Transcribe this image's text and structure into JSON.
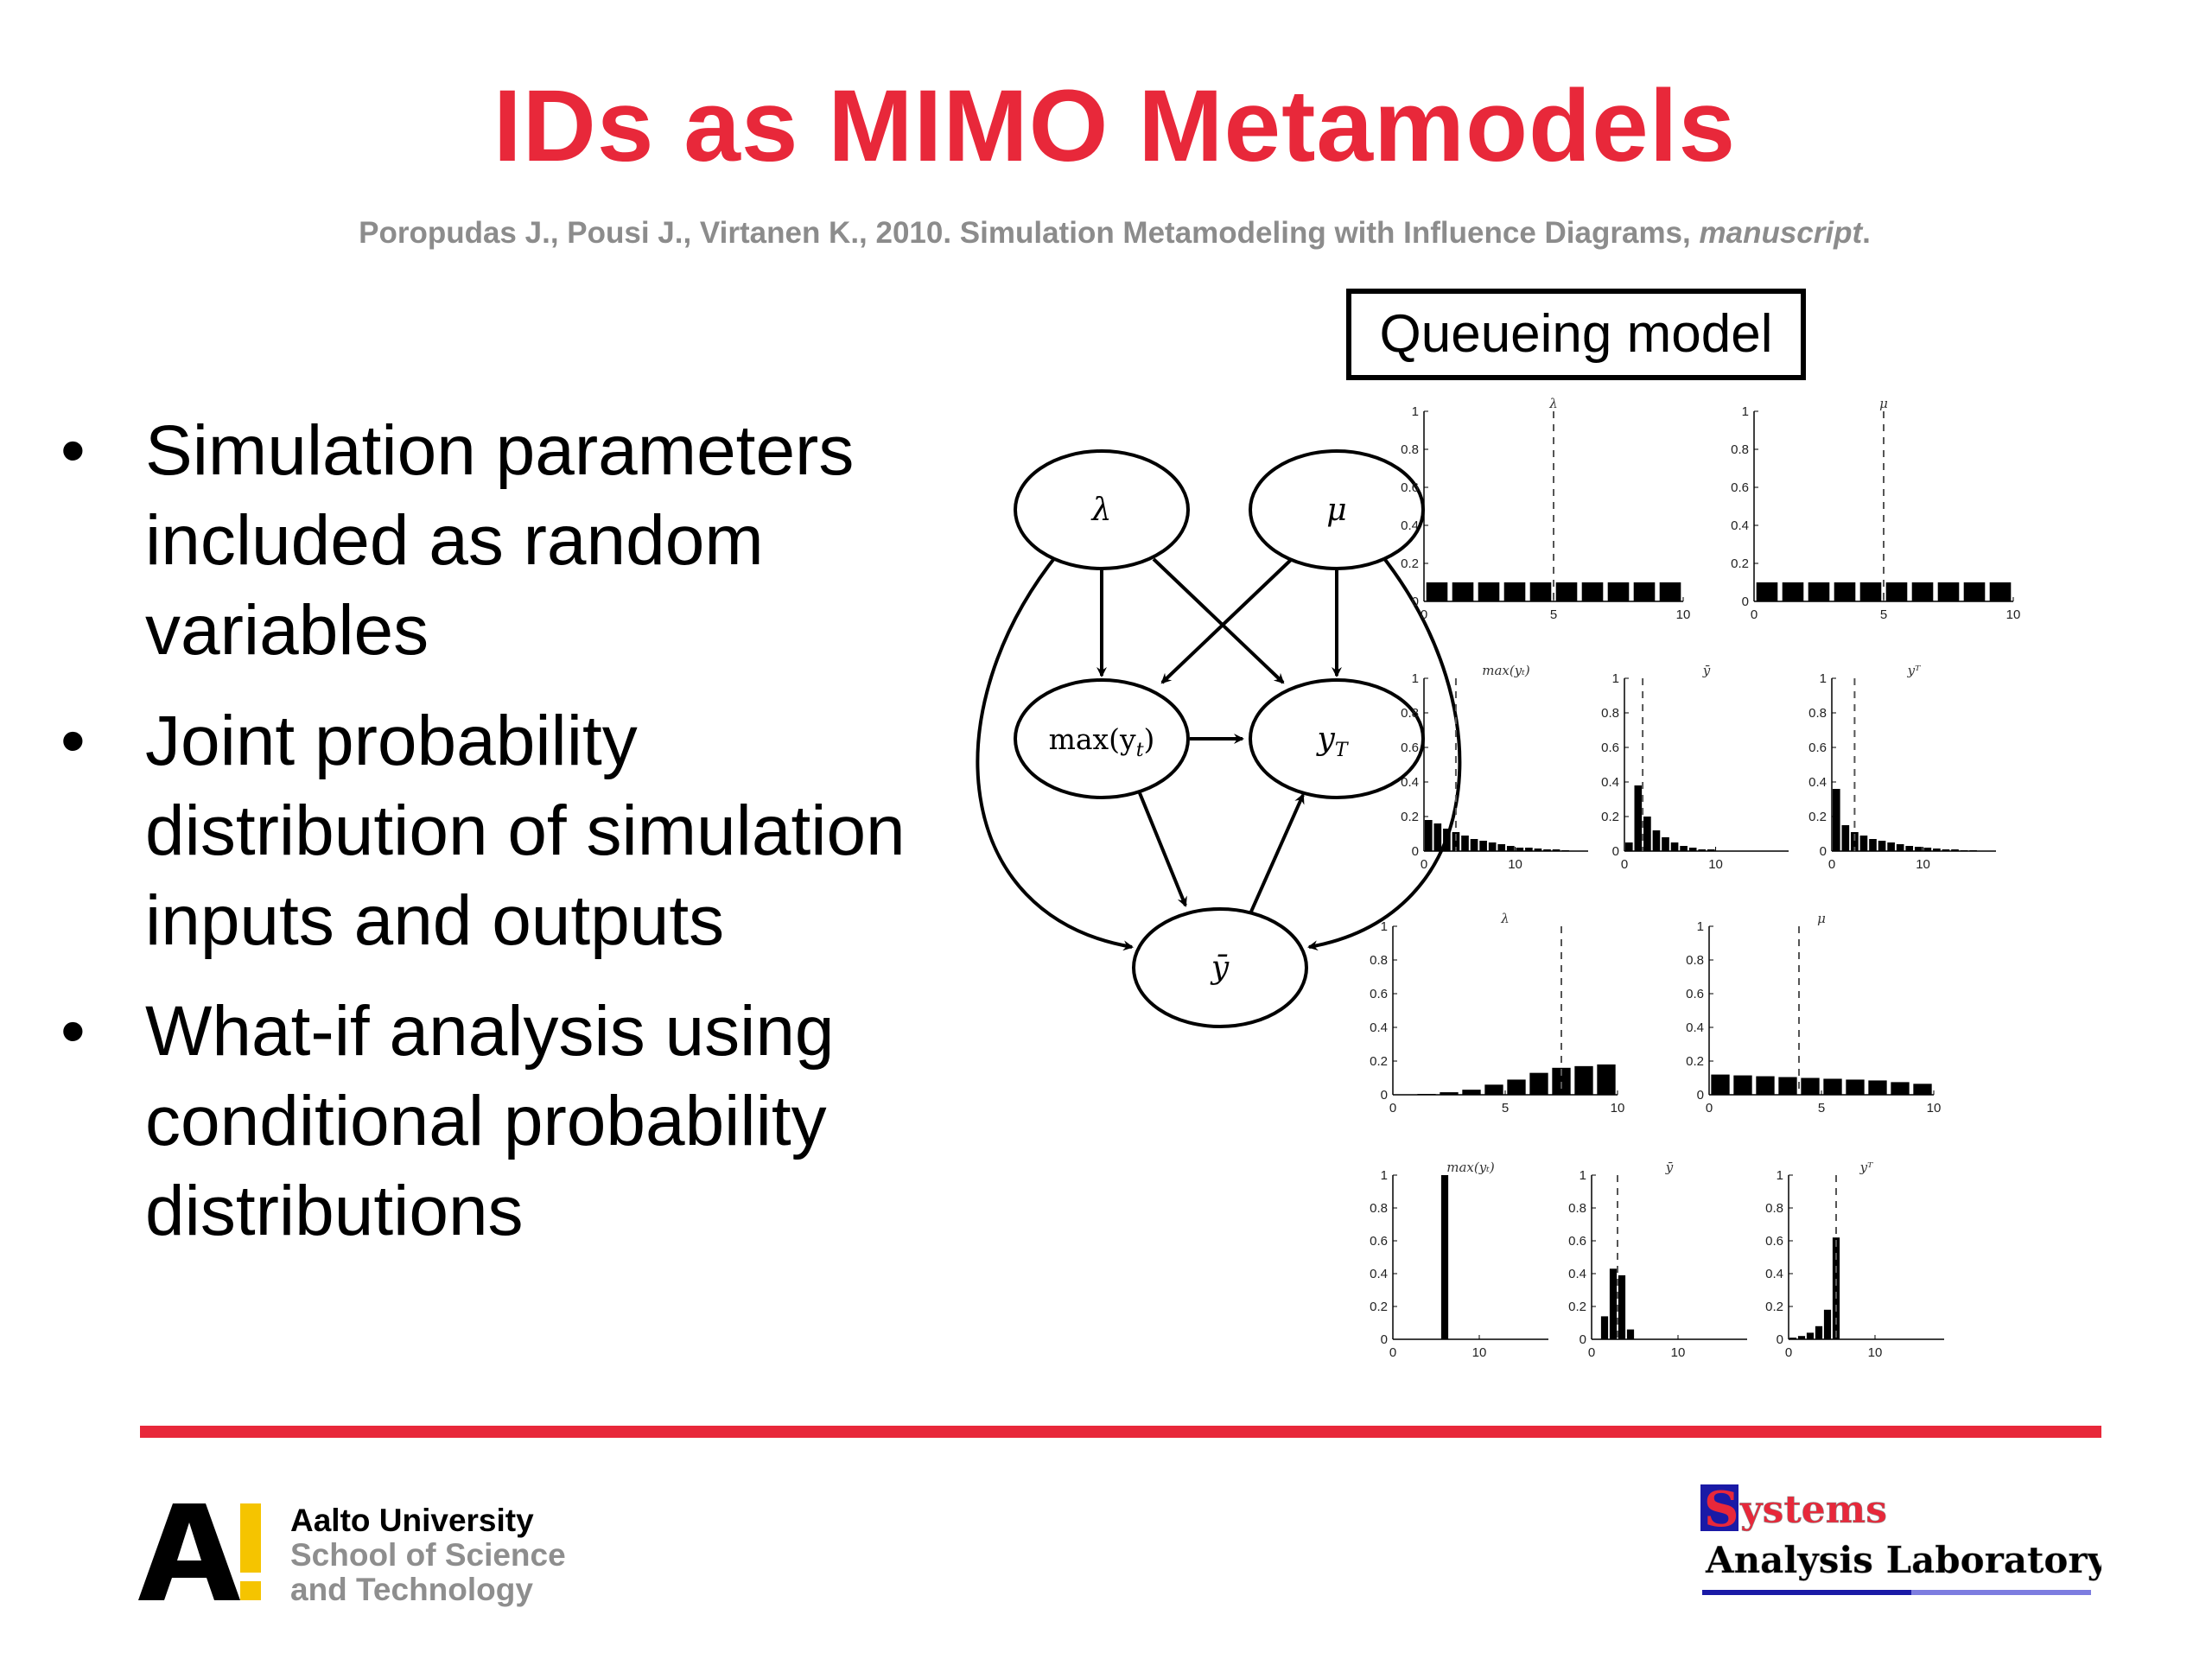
{
  "slide": {
    "title": "IDs as MIMO Metamodels",
    "citation": {
      "main": "Poropudas J., Pousi J., Virtanen K., 2010. Simulation Metamodeling with Influence Diagrams,",
      "italic": "manuscript",
      "end": "."
    },
    "bullets": [
      {
        "marker": "•",
        "text": "Simulation parameters included as random variables"
      },
      {
        "marker": "•",
        "text": "Joint probability distribution of simulation inputs and outputs"
      },
      {
        "marker": "•",
        "text": "What-if analysis using conditional probability distributions"
      }
    ],
    "queue_label": "Queueing model",
    "colors": {
      "accent": "#e8283a",
      "muted": "#8c8c8c",
      "logo_yellow": "#f5c400",
      "sal_blue": "#1a1aa6"
    }
  },
  "diagram": {
    "nodes": {
      "lambda": "λ",
      "mu": "μ",
      "maxy": "max(y",
      "maxy_sub": "t",
      "maxy_close": ")",
      "yt": "y",
      "yt_sub": "T",
      "ybar": "ȳ"
    }
  },
  "chart_data": [
    {
      "type": "bar",
      "title": "λ",
      "x_ticks": [
        "0",
        "5",
        "10"
      ],
      "y_ticks": [
        "0",
        "0.2",
        "0.4",
        "0.6",
        "0.8",
        "1"
      ],
      "ylim": [
        0,
        1
      ],
      "xlim": [
        0,
        10
      ],
      "marker": 5,
      "x": [
        0.5,
        1.5,
        2.5,
        3.5,
        4.5,
        5.5,
        6.5,
        7.5,
        8.5,
        9.5
      ],
      "values": [
        0.1,
        0.1,
        0.1,
        0.1,
        0.1,
        0.1,
        0.1,
        0.1,
        0.1,
        0.1
      ]
    },
    {
      "type": "bar",
      "title": "μ",
      "x_ticks": [
        "0",
        "5",
        "10"
      ],
      "y_ticks": [
        "0",
        "0.2",
        "0.4",
        "0.6",
        "0.8",
        "1"
      ],
      "ylim": [
        0,
        1
      ],
      "xlim": [
        0,
        10
      ],
      "marker": 5,
      "x": [
        0.5,
        1.5,
        2.5,
        3.5,
        4.5,
        5.5,
        6.5,
        7.5,
        8.5,
        9.5
      ],
      "values": [
        0.1,
        0.1,
        0.1,
        0.1,
        0.1,
        0.1,
        0.1,
        0.1,
        0.1,
        0.1
      ]
    },
    {
      "type": "bar",
      "title": "max(y_t)",
      "x_ticks": [
        "0",
        "10"
      ],
      "y_ticks": [
        "0",
        "0.2",
        "0.4",
        "0.6",
        "0.8",
        "1"
      ],
      "ylim": [
        0,
        1
      ],
      "xlim": [
        0,
        18
      ],
      "marker": 3.5,
      "x": [
        0.5,
        1.5,
        2.5,
        3.5,
        4.5,
        5.5,
        6.5,
        7.5,
        8.5,
        9.5,
        10.5,
        11.5,
        12.5,
        13.5,
        14.5,
        15.5
      ],
      "values": [
        0.18,
        0.16,
        0.13,
        0.11,
        0.09,
        0.07,
        0.06,
        0.05,
        0.04,
        0.03,
        0.02,
        0.02,
        0.015,
        0.01,
        0.01,
        0.005
      ]
    },
    {
      "type": "bar",
      "title": "ȳ",
      "x_ticks": [
        "0",
        "10"
      ],
      "y_ticks": [
        "0",
        "0.2",
        "0.4",
        "0.6",
        "0.8",
        "1"
      ],
      "ylim": [
        0,
        1
      ],
      "xlim": [
        0,
        18
      ],
      "marker": 2,
      "x": [
        0.5,
        1.5,
        2.5,
        3.5,
        4.5,
        5.5,
        6.5,
        7.5,
        8.5,
        9.5
      ],
      "values": [
        0.05,
        0.38,
        0.2,
        0.12,
        0.08,
        0.05,
        0.03,
        0.02,
        0.01,
        0.01
      ]
    },
    {
      "type": "bar",
      "title": "y_T",
      "x_ticks": [
        "0",
        "10"
      ],
      "y_ticks": [
        "0",
        "0.2",
        "0.4",
        "0.6",
        "0.8",
        "1"
      ],
      "ylim": [
        0,
        1
      ],
      "xlim": [
        0,
        18
      ],
      "marker": 2.5,
      "x": [
        0.5,
        1.5,
        2.5,
        3.5,
        4.5,
        5.5,
        6.5,
        7.5,
        8.5,
        9.5,
        10.5,
        11.5,
        12.5,
        13.5,
        14.5,
        15.5
      ],
      "values": [
        0.36,
        0.15,
        0.11,
        0.09,
        0.07,
        0.06,
        0.05,
        0.04,
        0.03,
        0.025,
        0.02,
        0.015,
        0.01,
        0.01,
        0.005,
        0.005
      ]
    },
    {
      "type": "bar",
      "title": "λ",
      "x_ticks": [
        "0",
        "5",
        "10"
      ],
      "y_ticks": [
        "0",
        "0.2",
        "0.4",
        "0.6",
        "0.8",
        "1"
      ],
      "ylim": [
        0,
        1
      ],
      "xlim": [
        0,
        10
      ],
      "marker": 7.5,
      "x": [
        0.5,
        1.5,
        2.5,
        3.5,
        4.5,
        5.5,
        6.5,
        7.5,
        8.5,
        9.5
      ],
      "values": [
        0.0,
        0.005,
        0.015,
        0.03,
        0.06,
        0.09,
        0.13,
        0.16,
        0.17,
        0.18
      ]
    },
    {
      "type": "bar",
      "title": "μ",
      "x_ticks": [
        "0",
        "5",
        "10"
      ],
      "y_ticks": [
        "0",
        "0.2",
        "0.4",
        "0.6",
        "0.8",
        "1"
      ],
      "ylim": [
        0,
        1
      ],
      "xlim": [
        0,
        10
      ],
      "marker": 4,
      "x": [
        0.5,
        1.5,
        2.5,
        3.5,
        4.5,
        5.5,
        6.5,
        7.5,
        8.5,
        9.5
      ],
      "values": [
        0.12,
        0.115,
        0.11,
        0.105,
        0.1,
        0.095,
        0.09,
        0.085,
        0.075,
        0.065
      ]
    },
    {
      "type": "bar",
      "title": "max(y_t)",
      "x_ticks": [
        "0",
        "10"
      ],
      "y_ticks": [
        "0",
        "0.2",
        "0.4",
        "0.6",
        "0.8",
        "1"
      ],
      "ylim": [
        0,
        1
      ],
      "xlim": [
        0,
        18
      ],
      "marker": null,
      "x": [
        6
      ],
      "values": [
        1.0
      ]
    },
    {
      "type": "bar",
      "title": "ȳ",
      "x_ticks": [
        "0",
        "10"
      ],
      "y_ticks": [
        "0",
        "0.2",
        "0.4",
        "0.6",
        "0.8",
        "1"
      ],
      "ylim": [
        0,
        1
      ],
      "xlim": [
        0,
        18
      ],
      "marker": 3,
      "x": [
        1.5,
        2.5,
        3.5,
        4.5
      ],
      "values": [
        0.14,
        0.43,
        0.39,
        0.06
      ]
    },
    {
      "type": "bar",
      "title": "y_T",
      "x_ticks": [
        "0",
        "10"
      ],
      "y_ticks": [
        "0",
        "0.2",
        "0.4",
        "0.6",
        "0.8",
        "1"
      ],
      "ylim": [
        0,
        1
      ],
      "xlim": [
        0,
        18
      ],
      "marker": 5.5,
      "x": [
        0.5,
        1.5,
        2.5,
        3.5,
        4.5,
        5.5
      ],
      "values": [
        0.01,
        0.02,
        0.04,
        0.08,
        0.18,
        0.62
      ]
    }
  ]
}
